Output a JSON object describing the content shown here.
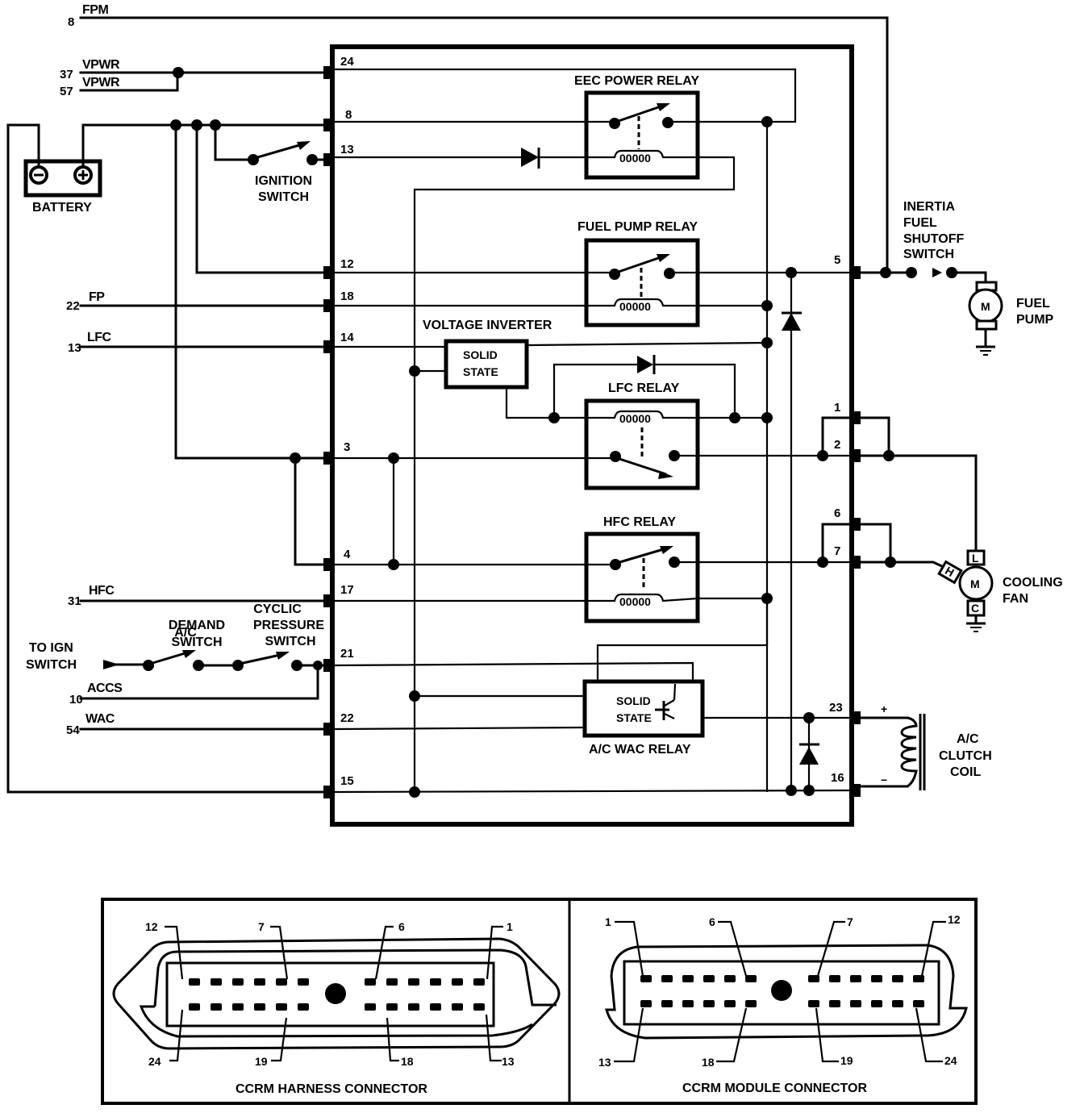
{
  "diagram": {
    "external_circuits": [
      {
        "wire": "8",
        "name": "FPM"
      },
      {
        "wire": "37",
        "name": "VPWR"
      },
      {
        "wire": "57",
        "name": "VPWR"
      },
      {
        "wire": "22",
        "name": "FP"
      },
      {
        "wire": "13",
        "name": "LFC"
      },
      {
        "wire": "31",
        "name": "HFC"
      },
      {
        "wire": "10",
        "name": "ACCS"
      },
      {
        "wire": "54",
        "name": "WAC"
      }
    ],
    "module_pins_left": [
      "24",
      "8",
      "13",
      "12",
      "18",
      "14",
      "3",
      "4",
      "17",
      "21",
      "22",
      "15"
    ],
    "module_pins_right": [
      "5",
      "1",
      "2",
      "6",
      "7",
      "23",
      "16"
    ],
    "components": {
      "battery": "BATTERY",
      "battery_neg": "−",
      "battery_pos": "+",
      "ignition_switch": [
        "IGNITION",
        "SWITCH"
      ],
      "eec_power_relay": "EEC POWER RELAY",
      "fuel_pump_relay": "FUEL PUMP RELAY",
      "voltage_inverter": "VOLTAGE INVERTER",
      "solid_state": [
        "SOLID",
        "STATE"
      ],
      "lfc_relay": "LFC RELAY",
      "hfc_relay": "HFC RELAY",
      "ac_wac_relay": "A/C WAC RELAY",
      "inertia_switch": [
        "INERTIA",
        "FUEL",
        "SHUTOFF",
        "SWITCH"
      ],
      "fuel_pump": [
        "FUEL",
        "PUMP"
      ],
      "cooling_fan": [
        "COOLING",
        "FAN"
      ],
      "ac_clutch_coil": [
        "A/C",
        "CLUTCH",
        "COIL"
      ],
      "to_ign_switch": [
        "TO IGN",
        "SWITCH"
      ],
      "ac_demand_switch": [
        "A/C",
        "DEMAND",
        "SWITCH"
      ],
      "cyclic_pressure_switch": [
        "CYCLIC",
        "PRESSURE",
        "SWITCH"
      ],
      "motor": "M",
      "fan_terminal_l": "L",
      "fan_terminal_c": "C",
      "fan_terminal_h": "H",
      "clutch_plus": "+",
      "clutch_minus": "−"
    },
    "connectors": [
      {
        "title": "CCRM HARNESS CONNECTOR",
        "top_labels": [
          "12",
          "7",
          "6",
          "1"
        ],
        "bottom_labels": [
          "24",
          "19",
          "18",
          "13"
        ]
      },
      {
        "title": "CCRM MODULE CONNECTOR",
        "top_labels": [
          "1",
          "6",
          "7",
          "12"
        ],
        "bottom_labels": [
          "13",
          "18",
          "19",
          "24"
        ]
      }
    ]
  }
}
